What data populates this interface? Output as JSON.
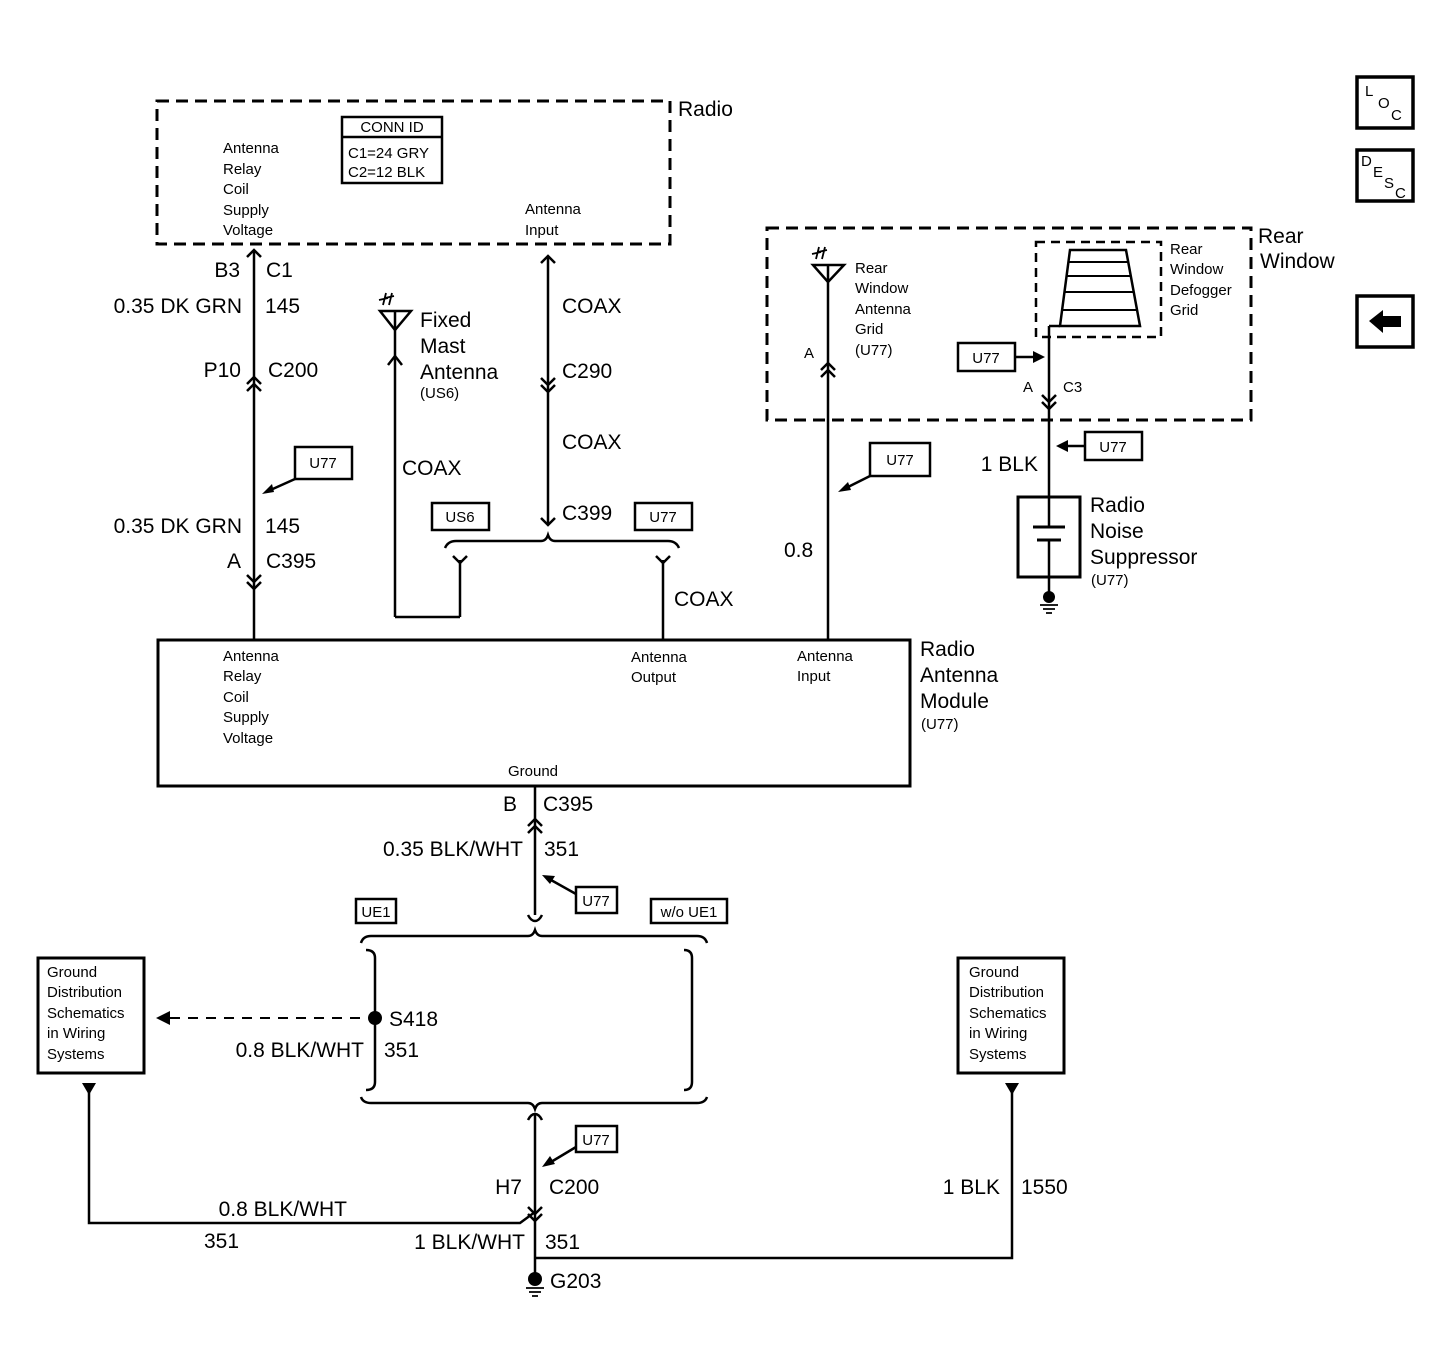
{
  "radio": {
    "title": "Radio",
    "left_lines": [
      "Antenna",
      "Relay",
      "Coil",
      "Supply",
      "Voltage"
    ],
    "right_lines": [
      "Antenna",
      "Input"
    ],
    "conn_id": {
      "title": "CONN ID",
      "lines": [
        "C1=24 GRY",
        "C2=12 BLK"
      ]
    }
  },
  "wire_relay": {
    "pin_b3": "B3",
    "conn_c1": "C1",
    "wire1": "0.35 DK GRN",
    "circuit1": "145",
    "pin_p10": "P10",
    "conn_c200": "C200",
    "wire2": "0.35 DK GRN",
    "circuit2": "145",
    "pin_a": "A",
    "conn_c395": "C395"
  },
  "fixed_mast": {
    "lines": [
      "Fixed",
      "Mast",
      "Antenna"
    ],
    "option": "(US6)",
    "coax": "COAX"
  },
  "coax_path": {
    "coax1": "COAX",
    "conn_c290": "C290",
    "coax2": "COAX",
    "conn_c399": "C399",
    "coax3": "COAX"
  },
  "option_tags": {
    "us6": "US6",
    "u77": "U77",
    "ue1": "UE1",
    "wo_ue1": "w/o UE1"
  },
  "rear_window": {
    "title_lines": [
      "Rear",
      "Window"
    ],
    "antenna_lines": [
      "Rear",
      "Window",
      "Antenna",
      "Grid",
      "(U77)"
    ],
    "antenna_pin": "A",
    "defogger_lines": [
      "Rear",
      "Window",
      "Defogger",
      "Grid"
    ],
    "defog_pin": "A",
    "defog_conn": "C3",
    "wire_08": "0.8",
    "wire_1blk": "1 BLK"
  },
  "noise_suppressor": {
    "lines": [
      "Radio",
      "Noise",
      "Suppressor"
    ],
    "option": "(U77)"
  },
  "antenna_module": {
    "title_lines": [
      "Radio",
      "Antenna",
      "Module"
    ],
    "option": "(U77)",
    "relay_lines": [
      "Antenna",
      "Relay",
      "Coil",
      "Supply",
      "Voltage"
    ],
    "output_lines": [
      "Antenna",
      "Output"
    ],
    "input_lines": [
      "Antenna",
      "Input"
    ],
    "ground": "Ground"
  },
  "ground_path": {
    "pin_b": "B",
    "conn_c395": "C395",
    "wire1": "0.35 BLK/WHT",
    "circuit1": "351",
    "splice": "S418",
    "wire2": "0.8 BLK/WHT",
    "circuit2": "351",
    "pin_h7": "H7",
    "conn_c200": "C200",
    "wire3": "0.8 BLK/WHT",
    "circuit3": "351",
    "wire4": "1 BLK/WHT",
    "circuit4": "351",
    "wire5": "1 BLK",
    "circuit5": "1550",
    "ground_id": "G203"
  },
  "ground_ref": {
    "lines": [
      "Ground",
      "Distribution",
      "Schematics",
      "in Wiring",
      "Systems"
    ]
  },
  "nav": {
    "loc": {
      "l": "L",
      "o": "O",
      "c": "C"
    },
    "desc": {
      "d": "D",
      "e": "E",
      "s": "S",
      "c": "C"
    }
  }
}
